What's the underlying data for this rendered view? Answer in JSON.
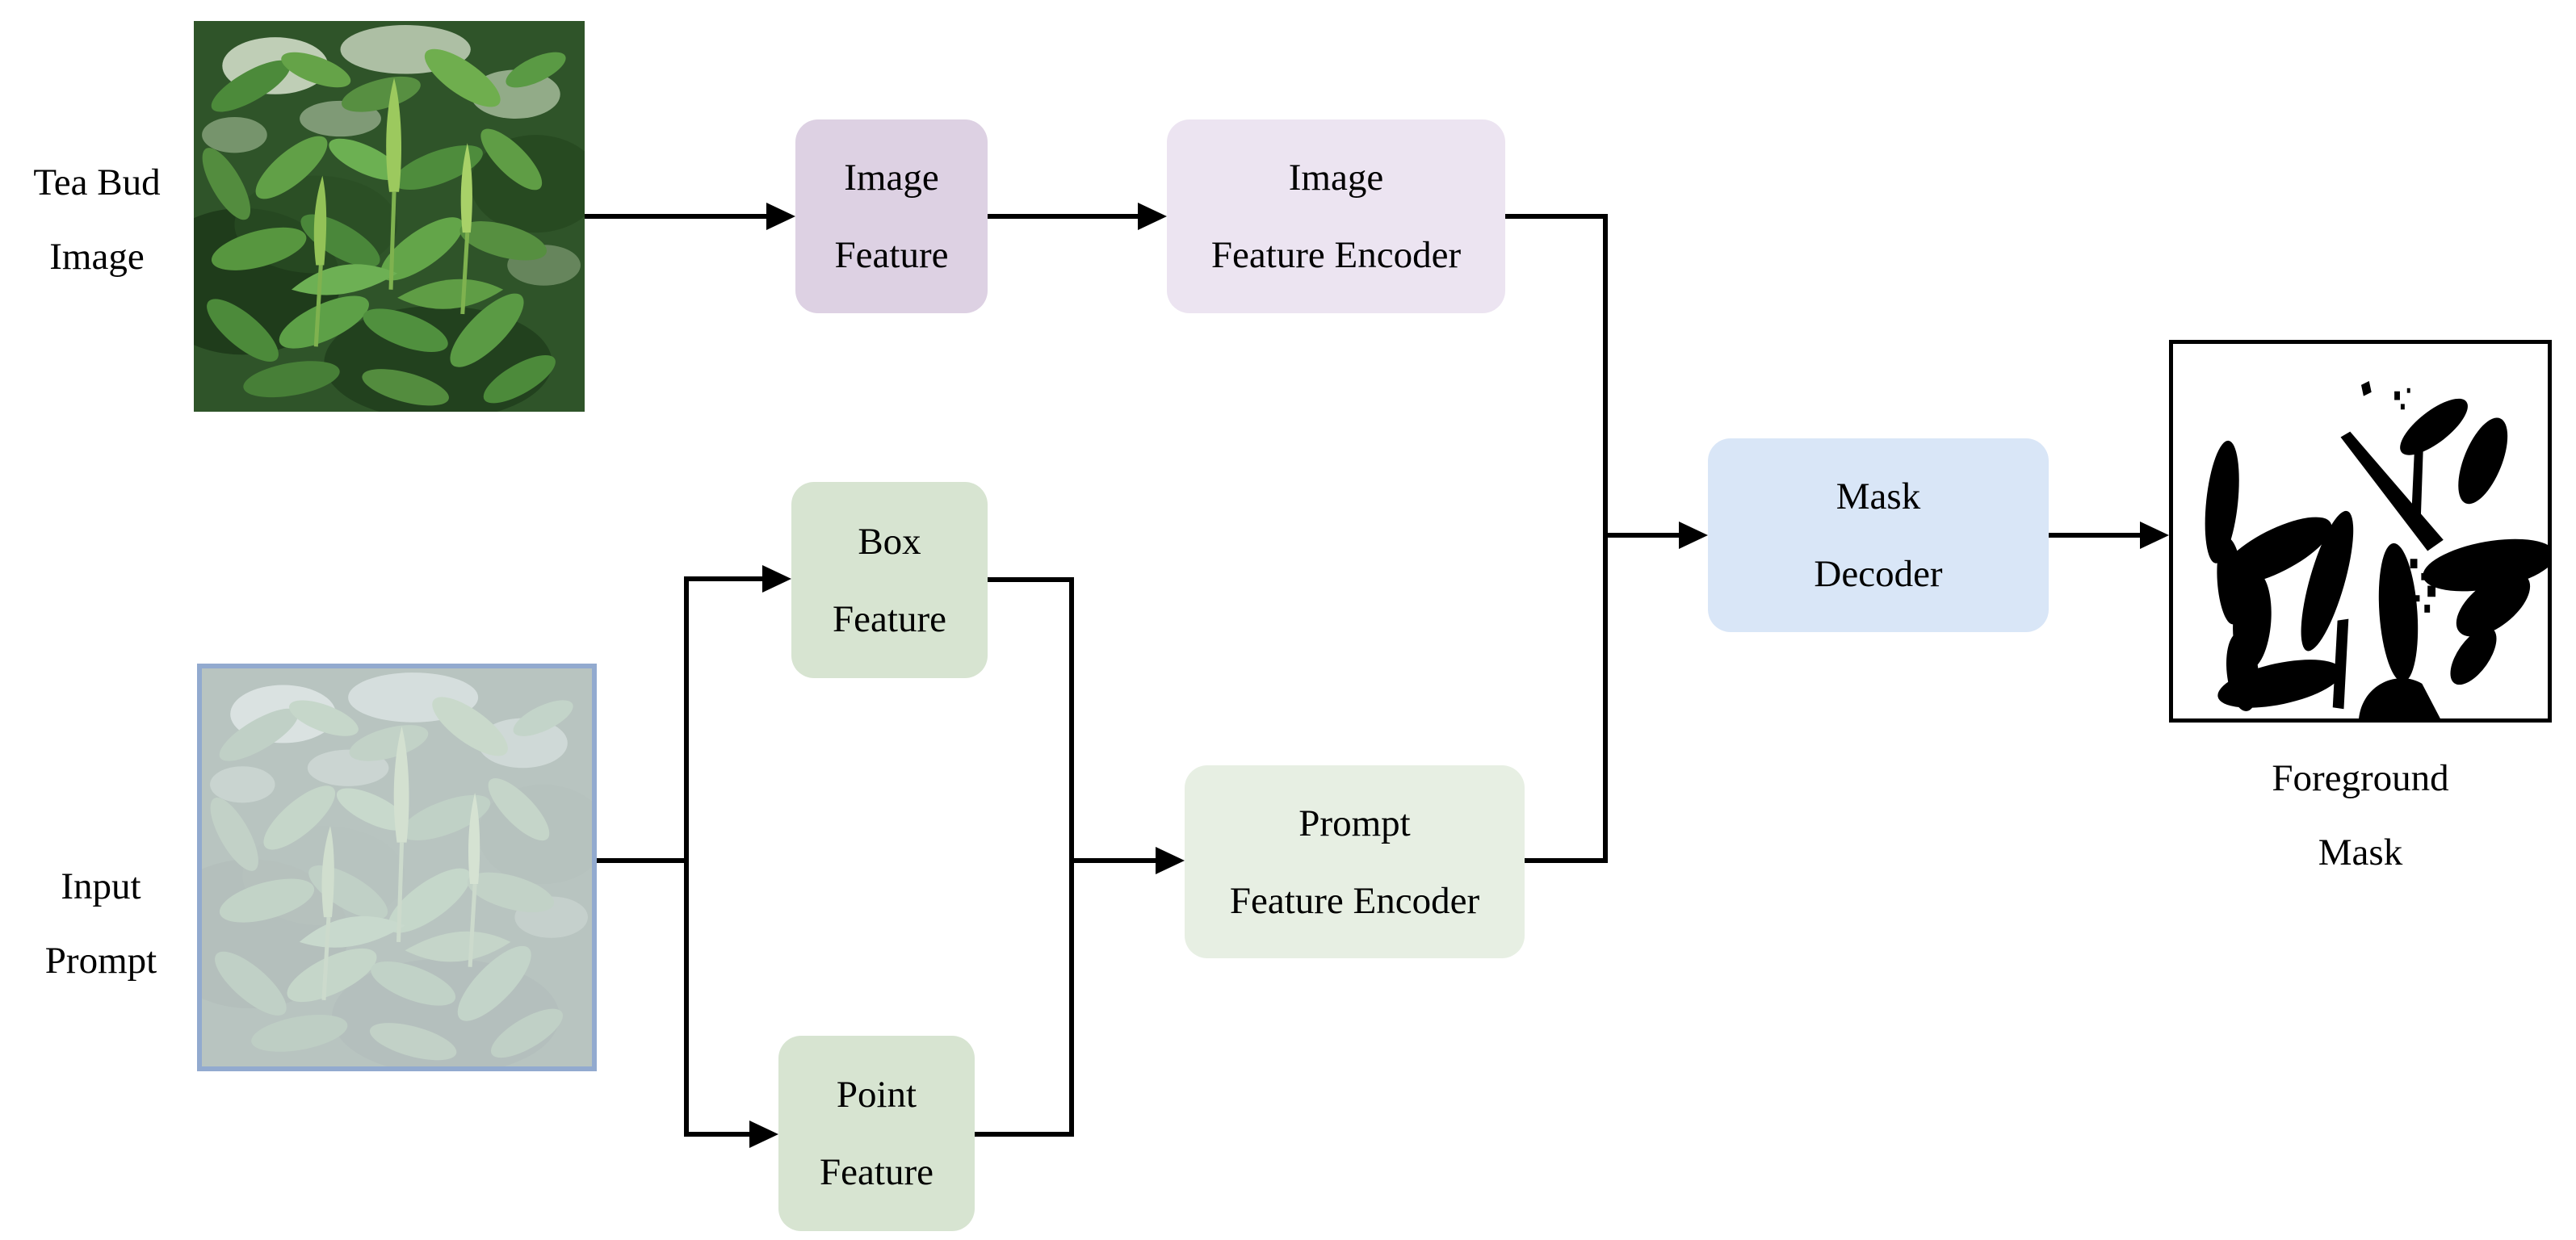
{
  "figure_type": "model-architecture-diagram",
  "nodes": {
    "image_feature": {
      "line1": "Image",
      "line2": "Feature"
    },
    "image_feature_encoder": {
      "line1": "Image",
      "line2": "Feature Encoder"
    },
    "box_feature": {
      "line1": "Box",
      "line2": "Feature"
    },
    "point_feature": {
      "line1": "Point",
      "line2": "Feature"
    },
    "prompt_feature_encoder": {
      "line1": "Prompt",
      "line2": "Feature Encoder"
    },
    "mask_decoder": {
      "line1": "Mask",
      "line2": "Decoder"
    }
  },
  "labels": {
    "tea_bud_image": {
      "line1": "Tea Bud",
      "line2": "Image"
    },
    "input_prompt": {
      "line1": "Input",
      "line2": "Prompt"
    },
    "foreground_mask": {
      "line1": "Foreground",
      "line2": "Mask"
    }
  },
  "colors": {
    "image_feature": "#ddd1e3",
    "image_feature_encoder": "#ece4f1",
    "prompt_feature": "#d7e4d1",
    "prompt_feature_encoder": "#e7efe3",
    "mask_decoder": "#d9e6f7",
    "prompt_image_border": "#92aacf",
    "connector": "#000000",
    "text": "#000000"
  }
}
